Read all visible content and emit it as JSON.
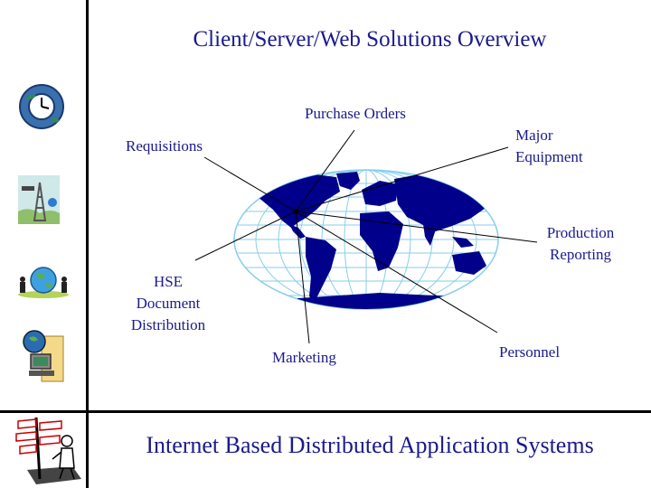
{
  "title": "Client/Server/Web Solutions Overview",
  "footer": "Internet Based Distributed Application Systems",
  "labels": {
    "purchase_orders": "Purchase Orders",
    "requisitions": "Requisitions",
    "major_equipment": "Major\nEquipment",
    "production_reporting": "Production\nReporting",
    "hse": "HSE\nDocument\nDistribution",
    "marketing": "Marketing",
    "personnel": "Personnel"
  },
  "sidebar_icons": [
    "globe-clock-icon",
    "oil-derrick-icon",
    "globe-people-icon",
    "globe-computer-icon"
  ],
  "footer_icon": "signpost-person-icon",
  "colors": {
    "text": "#1a1a8c",
    "land": "#00008b",
    "grid": "#87ceeb",
    "lines": "#000000"
  }
}
